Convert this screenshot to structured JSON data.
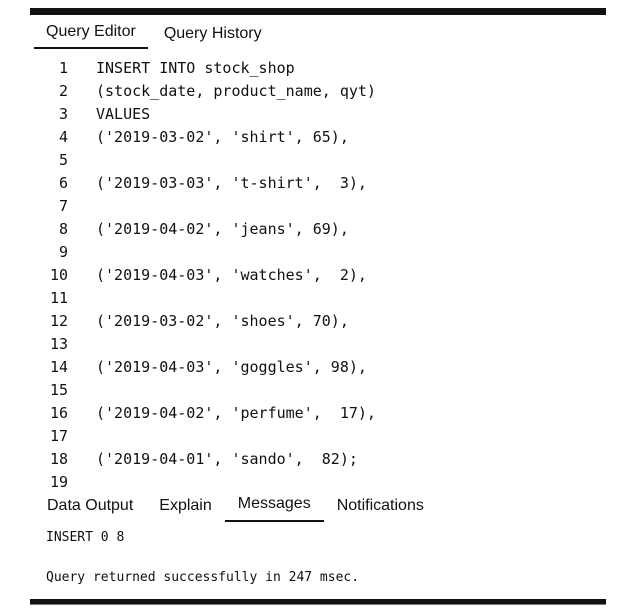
{
  "top_tabs": [
    {
      "label": "Query Editor",
      "active": true
    },
    {
      "label": "Query History",
      "active": false
    }
  ],
  "editor": {
    "lines": [
      {
        "n": "1",
        "code": "INSERT INTO stock_shop"
      },
      {
        "n": "2",
        "code": "(stock_date, product_name, qyt)"
      },
      {
        "n": "3",
        "code": "VALUES"
      },
      {
        "n": "4",
        "code": "('2019-03-02', 'shirt', 65),"
      },
      {
        "n": "5",
        "code": ""
      },
      {
        "n": "6",
        "code": "('2019-03-03', 't-shirt',  3),"
      },
      {
        "n": "7",
        "code": ""
      },
      {
        "n": "8",
        "code": "('2019-04-02', 'jeans', 69),"
      },
      {
        "n": "9",
        "code": ""
      },
      {
        "n": "10",
        "code": "('2019-04-03', 'watches',  2),"
      },
      {
        "n": "11",
        "code": ""
      },
      {
        "n": "12",
        "code": "('2019-03-02', 'shoes', 70),"
      },
      {
        "n": "13",
        "code": ""
      },
      {
        "n": "14",
        "code": "('2019-04-03', 'goggles', 98),"
      },
      {
        "n": "15",
        "code": ""
      },
      {
        "n": "16",
        "code": "('2019-04-02', 'perfume',  17),"
      },
      {
        "n": "17",
        "code": ""
      },
      {
        "n": "18",
        "code": "('2019-04-01', 'sando',  82);"
      },
      {
        "n": "19",
        "code": ""
      }
    ]
  },
  "bottom_tabs": [
    {
      "label": "Data Output",
      "active": false
    },
    {
      "label": "Explain",
      "active": false
    },
    {
      "label": "Messages",
      "active": true
    },
    {
      "label": "Notifications",
      "active": false
    }
  ],
  "messages": {
    "line1": "INSERT 0 8",
    "line2": "Query returned successfully in 247 msec."
  }
}
